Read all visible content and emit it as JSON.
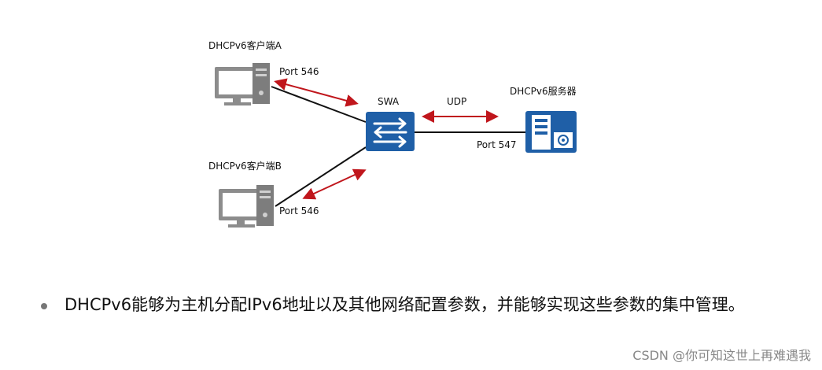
{
  "diagram": {
    "client_a_label": "DHCPv6客户端A",
    "client_b_label": "DHCPv6客户端B",
    "port_a": "Port 546",
    "port_b": "Port 546",
    "switch_label": "SWA",
    "udp_label": "UDP",
    "server_label": "DHCPv6服务器",
    "port_server": "Port 547",
    "colors": {
      "switch_blue": "#1f5fa7",
      "server_blue": "#1f5fa7",
      "arrow_red": "#c0161c",
      "pc_gray": "#8c8c8c",
      "link_black": "#111111"
    }
  },
  "bullet": {
    "text": "DHCPv6能够为主机分配IPv6地址以及其他网络配置参数，并能够实现这些参数的集中管理。"
  },
  "watermark": "CSDN @你可知这世上再难遇我"
}
